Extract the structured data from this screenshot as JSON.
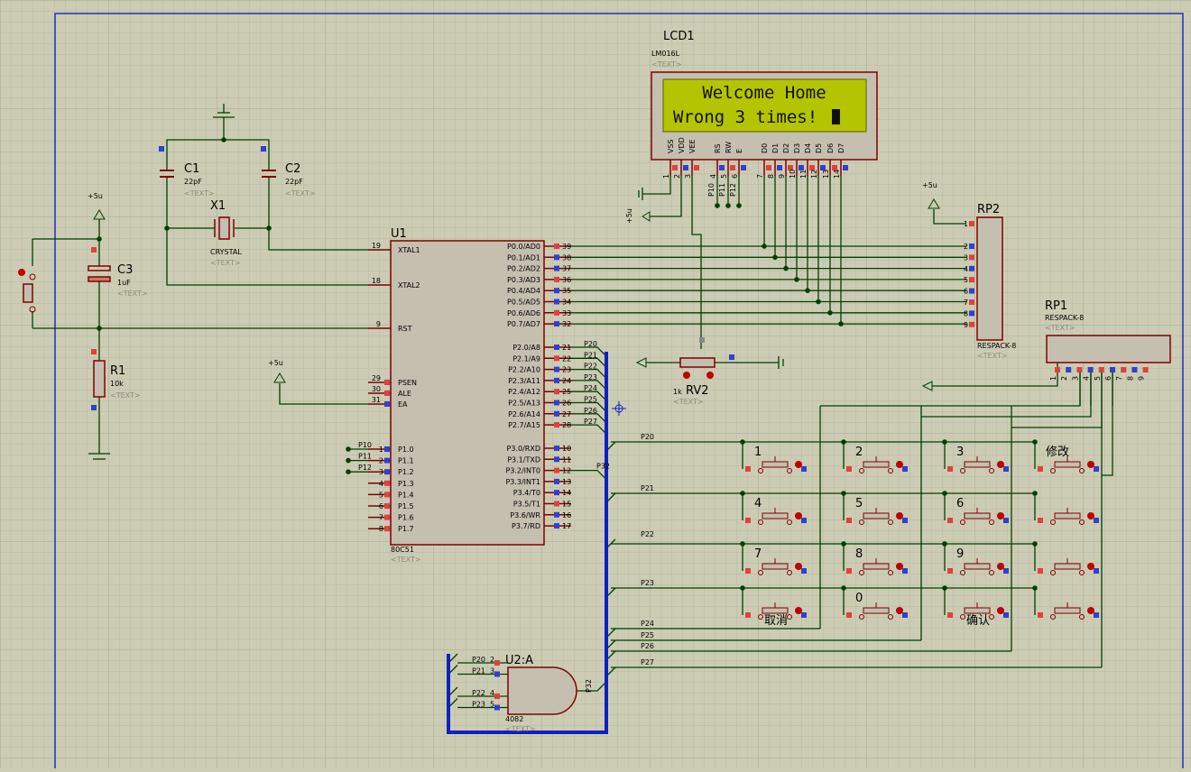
{
  "lcd": {
    "ref": "LCD1",
    "model": "LM016L",
    "text_tag": "<TEXT>",
    "line1": "Welcome Home",
    "line2": "Wrong 3 times!",
    "pin_names": [
      "VSS",
      "VDD",
      "VEE",
      "RS",
      "RW",
      "E",
      "D0",
      "D1",
      "D2",
      "D3",
      "D4",
      "D5",
      "D6",
      "D7"
    ],
    "pin_nums": [
      "1",
      "2",
      "3",
      "4",
      "5",
      "6",
      "7",
      "8",
      "9",
      "10",
      "11",
      "12",
      "13",
      "14"
    ],
    "ctrl_nets": [
      "P10",
      "P11",
      "P12"
    ]
  },
  "u1": {
    "ref": "U1",
    "model": "80C51",
    "text_tag": "<TEXT>",
    "left_pins": [
      {
        "num": "19",
        "name": "XTAL1"
      },
      {
        "num": "18",
        "name": "XTAL2"
      },
      {
        "num": "9",
        "name": "RST"
      },
      {
        "num": "29",
        "name": "PSEN"
      },
      {
        "num": "30",
        "name": "ALE"
      },
      {
        "num": "31",
        "name": "EA"
      }
    ],
    "p1_pins": [
      {
        "num": "1",
        "name": "P1.0"
      },
      {
        "num": "2",
        "name": "P1.1"
      },
      {
        "num": "3",
        "name": "P1.2"
      },
      {
        "num": "4",
        "name": "P1.3"
      },
      {
        "num": "5",
        "name": "P1.4"
      },
      {
        "num": "6",
        "name": "P1.5"
      },
      {
        "num": "7",
        "name": "P1.6"
      },
      {
        "num": "8",
        "name": "P1.7"
      }
    ],
    "p1_nets": [
      "P10",
      "P11",
      "P12"
    ],
    "right_pins": [
      {
        "num": "39",
        "name": "P0.0/AD0"
      },
      {
        "num": "38",
        "name": "P0.1/AD1"
      },
      {
        "num": "37",
        "name": "P0.2/AD2"
      },
      {
        "num": "36",
        "name": "P0.3/AD3"
      },
      {
        "num": "35",
        "name": "P0.4/AD4"
      },
      {
        "num": "34",
        "name": "P0.5/AD5"
      },
      {
        "num": "33",
        "name": "P0.6/AD6"
      },
      {
        "num": "32",
        "name": "P0.7/AD7"
      },
      {
        "num": "21",
        "name": "P2.0/A8"
      },
      {
        "num": "22",
        "name": "P2.1/A9"
      },
      {
        "num": "23",
        "name": "P2.2/A10"
      },
      {
        "num": "24",
        "name": "P2.3/A11"
      },
      {
        "num": "25",
        "name": "P2.4/A12"
      },
      {
        "num": "26",
        "name": "P2.5/A13"
      },
      {
        "num": "27",
        "name": "P2.6/A14"
      },
      {
        "num": "28",
        "name": "P2.7/A15"
      },
      {
        "num": "10",
        "name": "P3.0/RXD"
      },
      {
        "num": "11",
        "name": "P3.1/TXD"
      },
      {
        "num": "12",
        "name": "P3.2/INT0"
      },
      {
        "num": "13",
        "name": "P3.3/INT1"
      },
      {
        "num": "14",
        "name": "P3.4/T0"
      },
      {
        "num": "15",
        "name": "P3.5/T1"
      },
      {
        "num": "16",
        "name": "P3.6/WR"
      },
      {
        "num": "17",
        "name": "P3.7/RD"
      }
    ],
    "p2_nets": [
      "P20",
      "P21",
      "P22",
      "P23",
      "P24",
      "P25",
      "P26",
      "P27"
    ],
    "p32_net": "P32"
  },
  "c1": {
    "ref": "C1",
    "value": "22pF",
    "tag": "<TEXT>"
  },
  "c2": {
    "ref": "C2",
    "value": "22pF",
    "tag": "<TEXT>"
  },
  "c3": {
    "ref": "C3",
    "value": "1uF",
    "tag": "<TEXT>"
  },
  "x1": {
    "ref": "X1",
    "value": "CRYSTAL",
    "tag": "<TEXT>"
  },
  "r1": {
    "ref": "R1",
    "value": "10k",
    "tag": "<TEXT>"
  },
  "rv2": {
    "ref": "RV2",
    "value": "1k",
    "tag": "<TEXT>"
  },
  "rp1": {
    "ref": "RP1",
    "model": "RESPACK-8",
    "tag": "<TEXT>",
    "pins": [
      "1",
      "2",
      "3",
      "4",
      "5",
      "6",
      "7",
      "8",
      "9"
    ]
  },
  "rp2": {
    "ref": "RP2",
    "model": "RESPACK-8",
    "tag": "<TEXT>",
    "pins": [
      "1",
      "2",
      "3",
      "4",
      "5",
      "6",
      "7",
      "8",
      "9"
    ]
  },
  "u2": {
    "ref": "U2:A",
    "model": "4082",
    "tag": "<TEXT>",
    "inputs": [
      {
        "net": "P20",
        "num": "2"
      },
      {
        "net": "P21",
        "num": "3"
      },
      {
        "net": "P22",
        "num": "4"
      },
      {
        "net": "P23",
        "num": "5"
      }
    ],
    "out_net": "P32"
  },
  "power": {
    "vcc": "+5u"
  },
  "keypad": {
    "row_nets": [
      "P20",
      "P21",
      "P22",
      "P23"
    ],
    "col_nets": [
      "P24",
      "P25",
      "P26",
      "P27"
    ],
    "labels": [
      "1",
      "2",
      "3",
      "修改",
      "4",
      "5",
      "6",
      "7",
      "8",
      "9",
      "0",
      "取消",
      "确认"
    ]
  }
}
